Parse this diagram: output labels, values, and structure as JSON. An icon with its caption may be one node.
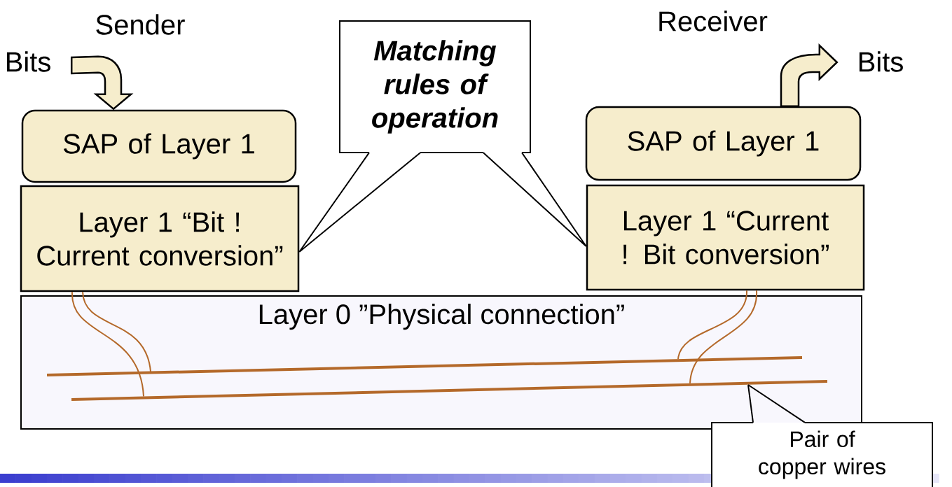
{
  "diagram": {
    "nodes": [
      {
        "text": [
          "Bits"
        ]
      },
      {
        "text": [
          "SAP of Layer 1"
        ]
      },
      {
        "text": [
          "Layer 1 “Bit ! Current conversion”"
        ]
      },
      {
        "text": [
          "Matching rules of operation"
        ]
      },
      {
        "text": [
          "SAP of Layer 1"
        ]
      },
      {
        "text": [
          "Layer 1 “Current ! Bit conversion”"
        ]
      },
      {
        "text": [
          "Bits"
        ]
      },
      {
        "text": [
          "Layer 0 ”Physical connection”"
        ]
      },
      {
        "text": [],
        "shape": "line",
        "in": 7
      },
      {
        "text": [],
        "shape": "line",
        "in": 7
      },
      {
        "text": [
          "Pair of copper wires"
        ]
      }
    ],
    "edges": [
      {
        "from": 0,
        "to": 1,
        "arrow": "to",
        "style": "thick"
      },
      {
        "from": 4,
        "to": 6,
        "arrow": "to",
        "style": "thick"
      },
      {
        "from": 3,
        "to": 2,
        "arrow": "none",
        "color": "#000000"
      },
      {
        "from": 3,
        "to": 5,
        "arrow": "none",
        "color": "#000000"
      },
      {
        "from": 2,
        "to": 8,
        "arrow": "none",
        "color": "#b4692a"
      },
      {
        "from": 2,
        "to": 9,
        "arrow": "none",
        "color": "#b4692a"
      },
      {
        "from": 5,
        "to": 8,
        "arrow": "none",
        "color": "#b4692a"
      },
      {
        "from": 5,
        "to": 9,
        "arrow": "none",
        "color": "#b4692a"
      },
      {
        "from": 10,
        "to": 9,
        "arrow": "none",
        "color": "#000000"
      }
    ],
    "labels": [
      "Sender",
      "Receiver"
    ]
  }
}
